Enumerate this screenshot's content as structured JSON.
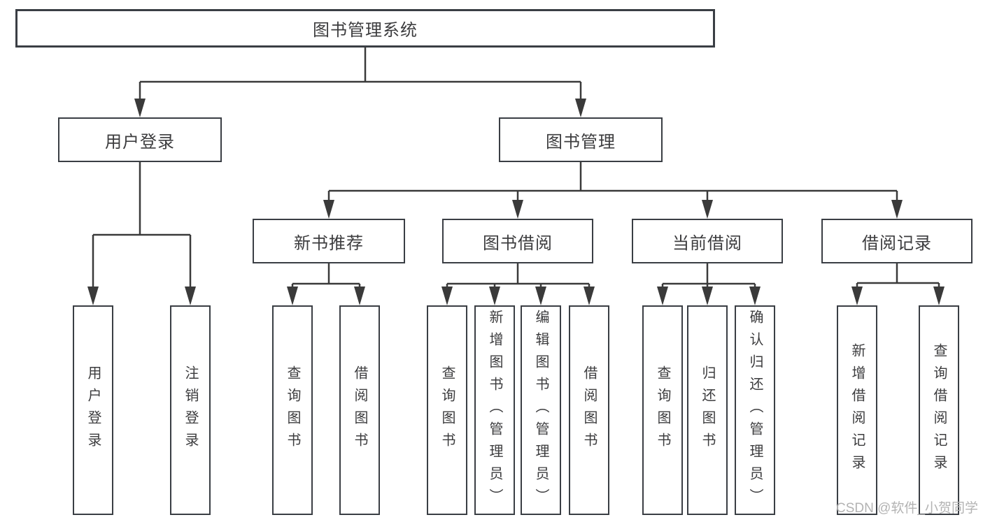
{
  "diagram": {
    "root": {
      "label": "图书管理系统"
    },
    "branches": [
      {
        "label": "用户登录",
        "children": [
          "用户登录",
          "注销登录"
        ]
      },
      {
        "label": "图书管理",
        "groups": [
          {
            "label": "新书推荐",
            "children": [
              "查询图书",
              "借阅图书"
            ]
          },
          {
            "label": "图书借阅",
            "children": [
              "查询图书",
              "新增图书（管理员）",
              "编辑图书（管理员）",
              "借阅图书"
            ]
          },
          {
            "label": "当前借阅",
            "children": [
              "查询图书",
              "归还图书",
              "确认归还（管理员）"
            ]
          },
          {
            "label": "借阅记录",
            "children": [
              "新增借阅记录",
              "查询借阅记录"
            ]
          }
        ]
      }
    ]
  },
  "watermark": "CSDN @软件_小贺同学",
  "colors": {
    "line": "#3a3a3a",
    "border": "#3a3e44",
    "text": "#3c3c3e",
    "watermark": "#b3b3b3",
    "background": "#ffffff"
  }
}
